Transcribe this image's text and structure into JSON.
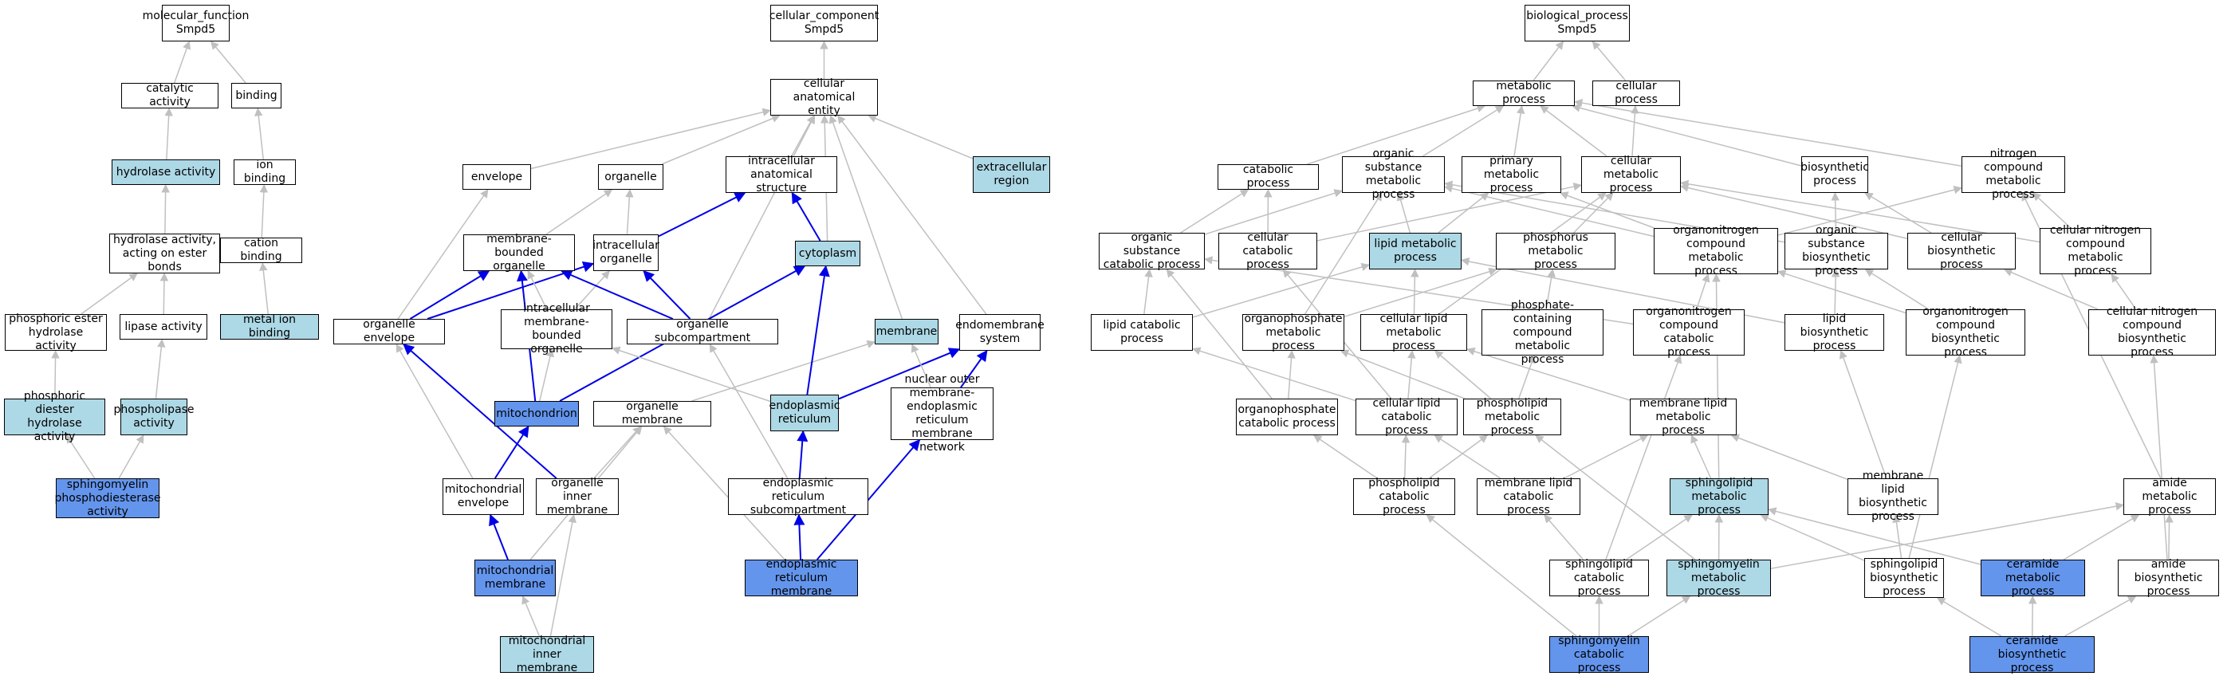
{
  "colors": {
    "edge_gray": "#c0c0c0",
    "edge_blue": "#0000e6",
    "light_blue": "#add8e6",
    "cornflower": "#6495ed",
    "white": "#ffffff"
  },
  "nodes": [
    {
      "id": "mf",
      "label": "molecular_function\nSmpd5",
      "color": "white"
    },
    {
      "id": "catalytic",
      "label": "catalytic activity",
      "color": "white"
    },
    {
      "id": "binding",
      "label": "binding",
      "color": "white"
    },
    {
      "id": "hydrolase",
      "label": "hydrolase activity",
      "color": "light_blue"
    },
    {
      "id": "ionbinding",
      "label": "ion binding",
      "color": "white"
    },
    {
      "id": "hydroester",
      "label": "hydrolase activity,\nacting on ester\nbonds",
      "color": "white"
    },
    {
      "id": "cationbinding",
      "label": "cation binding",
      "color": "white"
    },
    {
      "id": "phosester",
      "label": "phosphoric ester\nhydrolase activity",
      "color": "white"
    },
    {
      "id": "lipase",
      "label": "lipase activity",
      "color": "white"
    },
    {
      "id": "metalion",
      "label": "metal ion binding",
      "color": "light_blue"
    },
    {
      "id": "phosdiester",
      "label": "phosphoric diester\nhydrolase activity",
      "color": "light_blue"
    },
    {
      "id": "phospholipase",
      "label": "phospholipase\nactivity",
      "color": "light_blue"
    },
    {
      "id": "smpdase",
      "label": "sphingomyelin\nphosphodiesterase\nactivity",
      "color": "cornflower"
    },
    {
      "id": "cc",
      "label": "cellular_component\nSmpd5",
      "color": "white"
    },
    {
      "id": "cae",
      "label": "cellular anatomical\nentity",
      "color": "white"
    },
    {
      "id": "envelope",
      "label": "envelope",
      "color": "white"
    },
    {
      "id": "organelle",
      "label": "organelle",
      "color": "white"
    },
    {
      "id": "ias",
      "label": "intracellular\nanatomical structure",
      "color": "white"
    },
    {
      "id": "extracell",
      "label": "extracellular\nregion",
      "color": "light_blue"
    },
    {
      "id": "mbo",
      "label": "membrane-bounded\norganelle",
      "color": "white"
    },
    {
      "id": "intorg",
      "label": "intracellular\norganelle",
      "color": "white"
    },
    {
      "id": "cytoplasm",
      "label": "cytoplasm",
      "color": "light_blue"
    },
    {
      "id": "orgenv",
      "label": "organelle envelope",
      "color": "white"
    },
    {
      "id": "imbo",
      "label": "intracellular\nmembrane-bounded\norganelle",
      "color": "white"
    },
    {
      "id": "orgsub",
      "label": "organelle subcompartment",
      "color": "white"
    },
    {
      "id": "membrane",
      "label": "membrane",
      "color": "light_blue"
    },
    {
      "id": "endosys",
      "label": "endomembrane\nsystem",
      "color": "white"
    },
    {
      "id": "mito",
      "label": "mitochondrion",
      "color": "cornflower"
    },
    {
      "id": "orgmem",
      "label": "organelle membrane",
      "color": "white"
    },
    {
      "id": "er",
      "label": "endoplasmic\nreticulum",
      "color": "light_blue"
    },
    {
      "id": "nouter",
      "label": "nuclear outer\nmembrane-endoplasmic\nreticulum membrane\nnetwork",
      "color": "white"
    },
    {
      "id": "mitoenv",
      "label": "mitochondrial\nenvelope",
      "color": "white"
    },
    {
      "id": "orginner",
      "label": "organelle inner\nmembrane",
      "color": "white"
    },
    {
      "id": "ersub",
      "label": "endoplasmic\nreticulum subcompartment",
      "color": "white"
    },
    {
      "id": "mitomem",
      "label": "mitochondrial\nmembrane",
      "color": "cornflower"
    },
    {
      "id": "ermem",
      "label": "endoplasmic\nreticulum membrane",
      "color": "cornflower"
    },
    {
      "id": "mitoinner",
      "label": "mitochondrial\ninner membrane",
      "color": "light_blue"
    },
    {
      "id": "bp",
      "label": "biological_process\nSmpd5",
      "color": "white"
    },
    {
      "id": "metab",
      "label": "metabolic process",
      "color": "white"
    },
    {
      "id": "cellproc",
      "label": "cellular process",
      "color": "white"
    },
    {
      "id": "catab",
      "label": "catabolic process",
      "color": "white"
    },
    {
      "id": "osmp",
      "label": "organic substance\nmetabolic process",
      "color": "white"
    },
    {
      "id": "primary",
      "label": "primary metabolic\nprocess",
      "color": "white"
    },
    {
      "id": "cellmetab",
      "label": "cellular metabolic\nprocess",
      "color": "white"
    },
    {
      "id": "biosyn",
      "label": "biosynthetic\nprocess",
      "color": "white"
    },
    {
      "id": "ncmp",
      "label": "nitrogen compound\nmetabolic process",
      "color": "white"
    },
    {
      "id": "oscp",
      "label": "organic substance\ncatabolic process",
      "color": "white"
    },
    {
      "id": "cellcatab",
      "label": "cellular catabolic\nprocess",
      "color": "white"
    },
    {
      "id": "lipidmetab",
      "label": "lipid metabolic\nprocess",
      "color": "light_blue"
    },
    {
      "id": "phosphmetab",
      "label": "phosphorus metabolic\nprocess",
      "color": "white"
    },
    {
      "id": "oncmp",
      "label": "organonitrogen\ncompound metabolic\nprocess",
      "color": "white"
    },
    {
      "id": "osbp",
      "label": "organic substance\nbiosynthetic\nprocess",
      "color": "white"
    },
    {
      "id": "cellbiosyn",
      "label": "cellular biosynthetic\nprocess",
      "color": "white"
    },
    {
      "id": "cncmp",
      "label": "cellular nitrogen\ncompound metabolic\nprocess",
      "color": "white"
    },
    {
      "id": "lipidcatab",
      "label": "lipid catabolic\nprocess",
      "color": "white"
    },
    {
      "id": "opmp",
      "label": "organophosphate\nmetabolic process",
      "color": "white"
    },
    {
      "id": "celllipid",
      "label": "cellular lipid\nmetabolic process",
      "color": "white"
    },
    {
      "id": "pccmp",
      "label": "phosphate-containing\ncompound metabolic\nprocess",
      "color": "white"
    },
    {
      "id": "onccp",
      "label": "organonitrogen\ncompound catabolic\nprocess",
      "color": "white"
    },
    {
      "id": "lipidbiosyn",
      "label": "lipid biosynthetic\nprocess",
      "color": "white"
    },
    {
      "id": "oncbp",
      "label": "organonitrogen\ncompound biosynthetic\nprocess",
      "color": "white"
    },
    {
      "id": "cncbp",
      "label": "cellular nitrogen\ncompound biosynthetic\nprocess",
      "color": "white"
    },
    {
      "id": "opcp",
      "label": "organophosphate\ncatabolic process",
      "color": "white"
    },
    {
      "id": "cellipcatab",
      "label": "cellular lipid\ncatabolic process",
      "color": "white"
    },
    {
      "id": "plmp",
      "label": "phospholipid\nmetabolic process",
      "color": "white"
    },
    {
      "id": "mlmp",
      "label": "membrane lipid\nmetabolic process",
      "color": "white"
    },
    {
      "id": "plcp",
      "label": "phospholipid\ncatabolic process",
      "color": "white"
    },
    {
      "id": "mlcp",
      "label": "membrane lipid\ncatabolic process",
      "color": "white"
    },
    {
      "id": "sphmp",
      "label": "sphingolipid\nmetabolic process",
      "color": "light_blue"
    },
    {
      "id": "mlbp",
      "label": "membrane lipid\nbiosynthetic\nprocess",
      "color": "white"
    },
    {
      "id": "amidemp",
      "label": "amide metabolic\nprocess",
      "color": "white"
    },
    {
      "id": "sphcp",
      "label": "sphingolipid\ncatabolic process",
      "color": "white"
    },
    {
      "id": "smmp",
      "label": "sphingomyelin\nmetabolic process",
      "color": "light_blue"
    },
    {
      "id": "sphbp",
      "label": "sphingolipid\nbiosynthetic\nprocess",
      "color": "white"
    },
    {
      "id": "ceramidemp",
      "label": "ceramide metabolic\nprocess",
      "color": "cornflower"
    },
    {
      "id": "amidebp",
      "label": "amide biosynthetic\nprocess",
      "color": "white"
    },
    {
      "id": "smcp",
      "label": "sphingomyelin\ncatabolic process",
      "color": "cornflower"
    },
    {
      "id": "cerbp",
      "label": "ceramide biosynthetic\nprocess",
      "color": "cornflower"
    }
  ],
  "edges": [
    [
      "catalytic",
      "mf",
      "gray"
    ],
    [
      "binding",
      "mf",
      "gray"
    ],
    [
      "hydrolase",
      "catalytic",
      "gray"
    ],
    [
      "ionbinding",
      "binding",
      "gray"
    ],
    [
      "hydroester",
      "hydrolase",
      "gray"
    ],
    [
      "cationbinding",
      "ionbinding",
      "gray"
    ],
    [
      "phosester",
      "hydroester",
      "gray"
    ],
    [
      "lipase",
      "hydroester",
      "gray"
    ],
    [
      "metalion",
      "cationbinding",
      "gray"
    ],
    [
      "phosdiester",
      "phosester",
      "gray"
    ],
    [
      "phospholipase",
      "lipase",
      "gray"
    ],
    [
      "smpdase",
      "phosdiester",
      "gray"
    ],
    [
      "smpdase",
      "phospholipase",
      "gray"
    ],
    [
      "cae",
      "cc",
      "gray"
    ],
    [
      "envelope",
      "cae",
      "gray"
    ],
    [
      "organelle",
      "cae",
      "gray"
    ],
    [
      "ias",
      "cae",
      "gray"
    ],
    [
      "extracell",
      "cae",
      "gray"
    ],
    [
      "cytoplasm",
      "cae",
      "gray"
    ],
    [
      "membrane",
      "cae",
      "gray"
    ],
    [
      "endosys",
      "cae",
      "gray"
    ],
    [
      "orgsub",
      "cae",
      "gray"
    ],
    [
      "mbo",
      "organelle",
      "gray"
    ],
    [
      "intorg",
      "organelle",
      "gray"
    ],
    [
      "intorg",
      "ias",
      "blue"
    ],
    [
      "cytoplasm",
      "ias",
      "blue"
    ],
    [
      "orgenv",
      "envelope",
      "gray"
    ],
    [
      "orgenv",
      "mbo",
      "blue"
    ],
    [
      "orgenv",
      "intorg",
      "blue"
    ],
    [
      "imbo",
      "mbo",
      "gray"
    ],
    [
      "imbo",
      "intorg",
      "gray"
    ],
    [
      "orgsub",
      "mbo",
      "blue"
    ],
    [
      "orgsub",
      "intorg",
      "blue"
    ],
    [
      "mito",
      "mbo",
      "blue"
    ],
    [
      "mito",
      "imbo",
      "gray"
    ],
    [
      "mito",
      "cytoplasm",
      "blue"
    ],
    [
      "orgmem",
      "membrane",
      "gray"
    ],
    [
      "er",
      "imbo",
      "gray"
    ],
    [
      "er",
      "cytoplasm",
      "blue"
    ],
    [
      "er",
      "endosys",
      "blue"
    ],
    [
      "nouter",
      "endosys",
      "blue"
    ],
    [
      "nouter",
      "membrane",
      "gray"
    ],
    [
      "mitoenv",
      "orgenv",
      "gray"
    ],
    [
      "mitoenv",
      "mito",
      "blue"
    ],
    [
      "orginner",
      "orgmem",
      "gray"
    ],
    [
      "orginner",
      "orgenv",
      "blue"
    ],
    [
      "ersub",
      "er",
      "blue"
    ],
    [
      "ersub",
      "orgsub",
      "gray"
    ],
    [
      "mitomem",
      "mitoenv",
      "blue"
    ],
    [
      "mitomem",
      "orgmem",
      "gray"
    ],
    [
      "ermem",
      "ersub",
      "blue"
    ],
    [
      "ermem",
      "nouter",
      "blue"
    ],
    [
      "ermem",
      "orgmem",
      "gray"
    ],
    [
      "mitoinner",
      "mitomem",
      "gray"
    ],
    [
      "mitoinner",
      "orginner",
      "gray"
    ],
    [
      "metab",
      "bp",
      "gray"
    ],
    [
      "cellproc",
      "bp",
      "gray"
    ],
    [
      "catab",
      "metab",
      "gray"
    ],
    [
      "osmp",
      "metab",
      "gray"
    ],
    [
      "primary",
      "metab",
      "gray"
    ],
    [
      "cellmetab",
      "metab",
      "gray"
    ],
    [
      "cellmetab",
      "cellproc",
      "gray"
    ],
    [
      "biosyn",
      "metab",
      "gray"
    ],
    [
      "ncmp",
      "metab",
      "gray"
    ],
    [
      "oscp",
      "catab",
      "gray"
    ],
    [
      "oscp",
      "osmp",
      "gray"
    ],
    [
      "cellcatab",
      "catab",
      "gray"
    ],
    [
      "cellcatab",
      "cellmetab",
      "gray"
    ],
    [
      "lipidmetab",
      "osmp",
      "gray"
    ],
    [
      "lipidmetab",
      "primary",
      "gray"
    ],
    [
      "phosphmetab",
      "cellmetab",
      "gray"
    ],
    [
      "oncmp",
      "osmp",
      "gray"
    ],
    [
      "oncmp",
      "primary",
      "gray"
    ],
    [
      "oncmp",
      "ncmp",
      "gray"
    ],
    [
      "osbp",
      "osmp",
      "gray"
    ],
    [
      "osbp",
      "biosyn",
      "gray"
    ],
    [
      "cellbiosyn",
      "biosyn",
      "gray"
    ],
    [
      "cellbiosyn",
      "cellmetab",
      "gray"
    ],
    [
      "cncmp",
      "cellmetab",
      "gray"
    ],
    [
      "cncmp",
      "ncmp",
      "gray"
    ],
    [
      "lipidcatab",
      "oscp",
      "gray"
    ],
    [
      "lipidcatab",
      "lipidmetab",
      "gray"
    ],
    [
      "opmp",
      "phosphmetab",
      "gray"
    ],
    [
      "opmp",
      "osmp",
      "gray"
    ],
    [
      "celllipid",
      "lipidmetab",
      "gray"
    ],
    [
      "celllipid",
      "cellmetab",
      "gray"
    ],
    [
      "pccmp",
      "phosphmetab",
      "gray"
    ],
    [
      "onccp",
      "oscp",
      "gray"
    ],
    [
      "onccp",
      "oncmp",
      "gray"
    ],
    [
      "lipidbiosyn",
      "lipidmetab",
      "gray"
    ],
    [
      "lipidbiosyn",
      "osbp",
      "gray"
    ],
    [
      "oncbp",
      "oncmp",
      "gray"
    ],
    [
      "oncbp",
      "osbp",
      "gray"
    ],
    [
      "cncbp",
      "cncmp",
      "gray"
    ],
    [
      "cncbp",
      "cellbiosyn",
      "gray"
    ],
    [
      "opcp",
      "opmp",
      "gray"
    ],
    [
      "opcp",
      "oscp",
      "gray"
    ],
    [
      "cellipcatab",
      "celllipid",
      "gray"
    ],
    [
      "cellipcatab",
      "lipidcatab",
      "gray"
    ],
    [
      "cellipcatab",
      "cellcatab",
      "gray"
    ],
    [
      "plmp",
      "opmp",
      "gray"
    ],
    [
      "plmp",
      "celllipid",
      "gray"
    ],
    [
      "plmp",
      "pccmp",
      "gray"
    ],
    [
      "mlmp",
      "celllipid",
      "gray"
    ],
    [
      "plcp",
      "plmp",
      "gray"
    ],
    [
      "plcp",
      "opcp",
      "gray"
    ],
    [
      "plcp",
      "cellipcatab",
      "gray"
    ],
    [
      "mlcp",
      "mlmp",
      "gray"
    ],
    [
      "mlcp",
      "cellipcatab",
      "gray"
    ],
    [
      "sphmp",
      "mlmp",
      "gray"
    ],
    [
      "sphmp",
      "oncmp",
      "gray"
    ],
    [
      "mlbp",
      "mlmp",
      "gray"
    ],
    [
      "mlbp",
      "lipidbiosyn",
      "gray"
    ],
    [
      "amidemp",
      "ncmp",
      "gray"
    ],
    [
      "sphcp",
      "sphmp",
      "gray"
    ],
    [
      "sphcp",
      "mlcp",
      "gray"
    ],
    [
      "sphcp",
      "onccp",
      "gray"
    ],
    [
      "smmp",
      "sphmp",
      "gray"
    ],
    [
      "smmp",
      "plmp",
      "gray"
    ],
    [
      "smmp",
      "amidemp",
      "gray"
    ],
    [
      "sphbp",
      "sphmp",
      "gray"
    ],
    [
      "sphbp",
      "mlbp",
      "gray"
    ],
    [
      "sphbp",
      "oncbp",
      "gray"
    ],
    [
      "ceramidemp",
      "sphmp",
      "gray"
    ],
    [
      "ceramidemp",
      "amidemp",
      "gray"
    ],
    [
      "amidebp",
      "amidemp",
      "gray"
    ],
    [
      "amidebp",
      "cncbp",
      "gray"
    ],
    [
      "smcp",
      "sphcp",
      "gray"
    ],
    [
      "smcp",
      "smmp",
      "gray"
    ],
    [
      "smcp",
      "plcp",
      "gray"
    ],
    [
      "cerbp",
      "sphbp",
      "gray"
    ],
    [
      "cerbp",
      "ceramidemp",
      "gray"
    ],
    [
      "cerbp",
      "amidebp",
      "gray"
    ]
  ]
}
